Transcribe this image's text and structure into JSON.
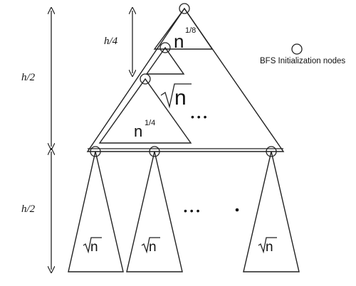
{
  "legend": {
    "label": "BFS Initialization nodes",
    "icon": "circle-icon"
  },
  "height_labels": {
    "h_quarter": "h/4",
    "h_half_top": "h/2",
    "h_half_bottom": "h/2"
  },
  "subtree_labels": {
    "n_eighth_base": "n",
    "n_eighth_exp": "1/8",
    "sqrt_n_mid": "n",
    "n_quarter_base": "n",
    "n_quarter_exp": "1/4",
    "sqrt_n_leaf_1": "n",
    "sqrt_n_leaf_2": "n",
    "sqrt_n_leaf_3": "n"
  },
  "ellipsis": {
    "top": "• • •",
    "bottom": "• • •"
  }
}
